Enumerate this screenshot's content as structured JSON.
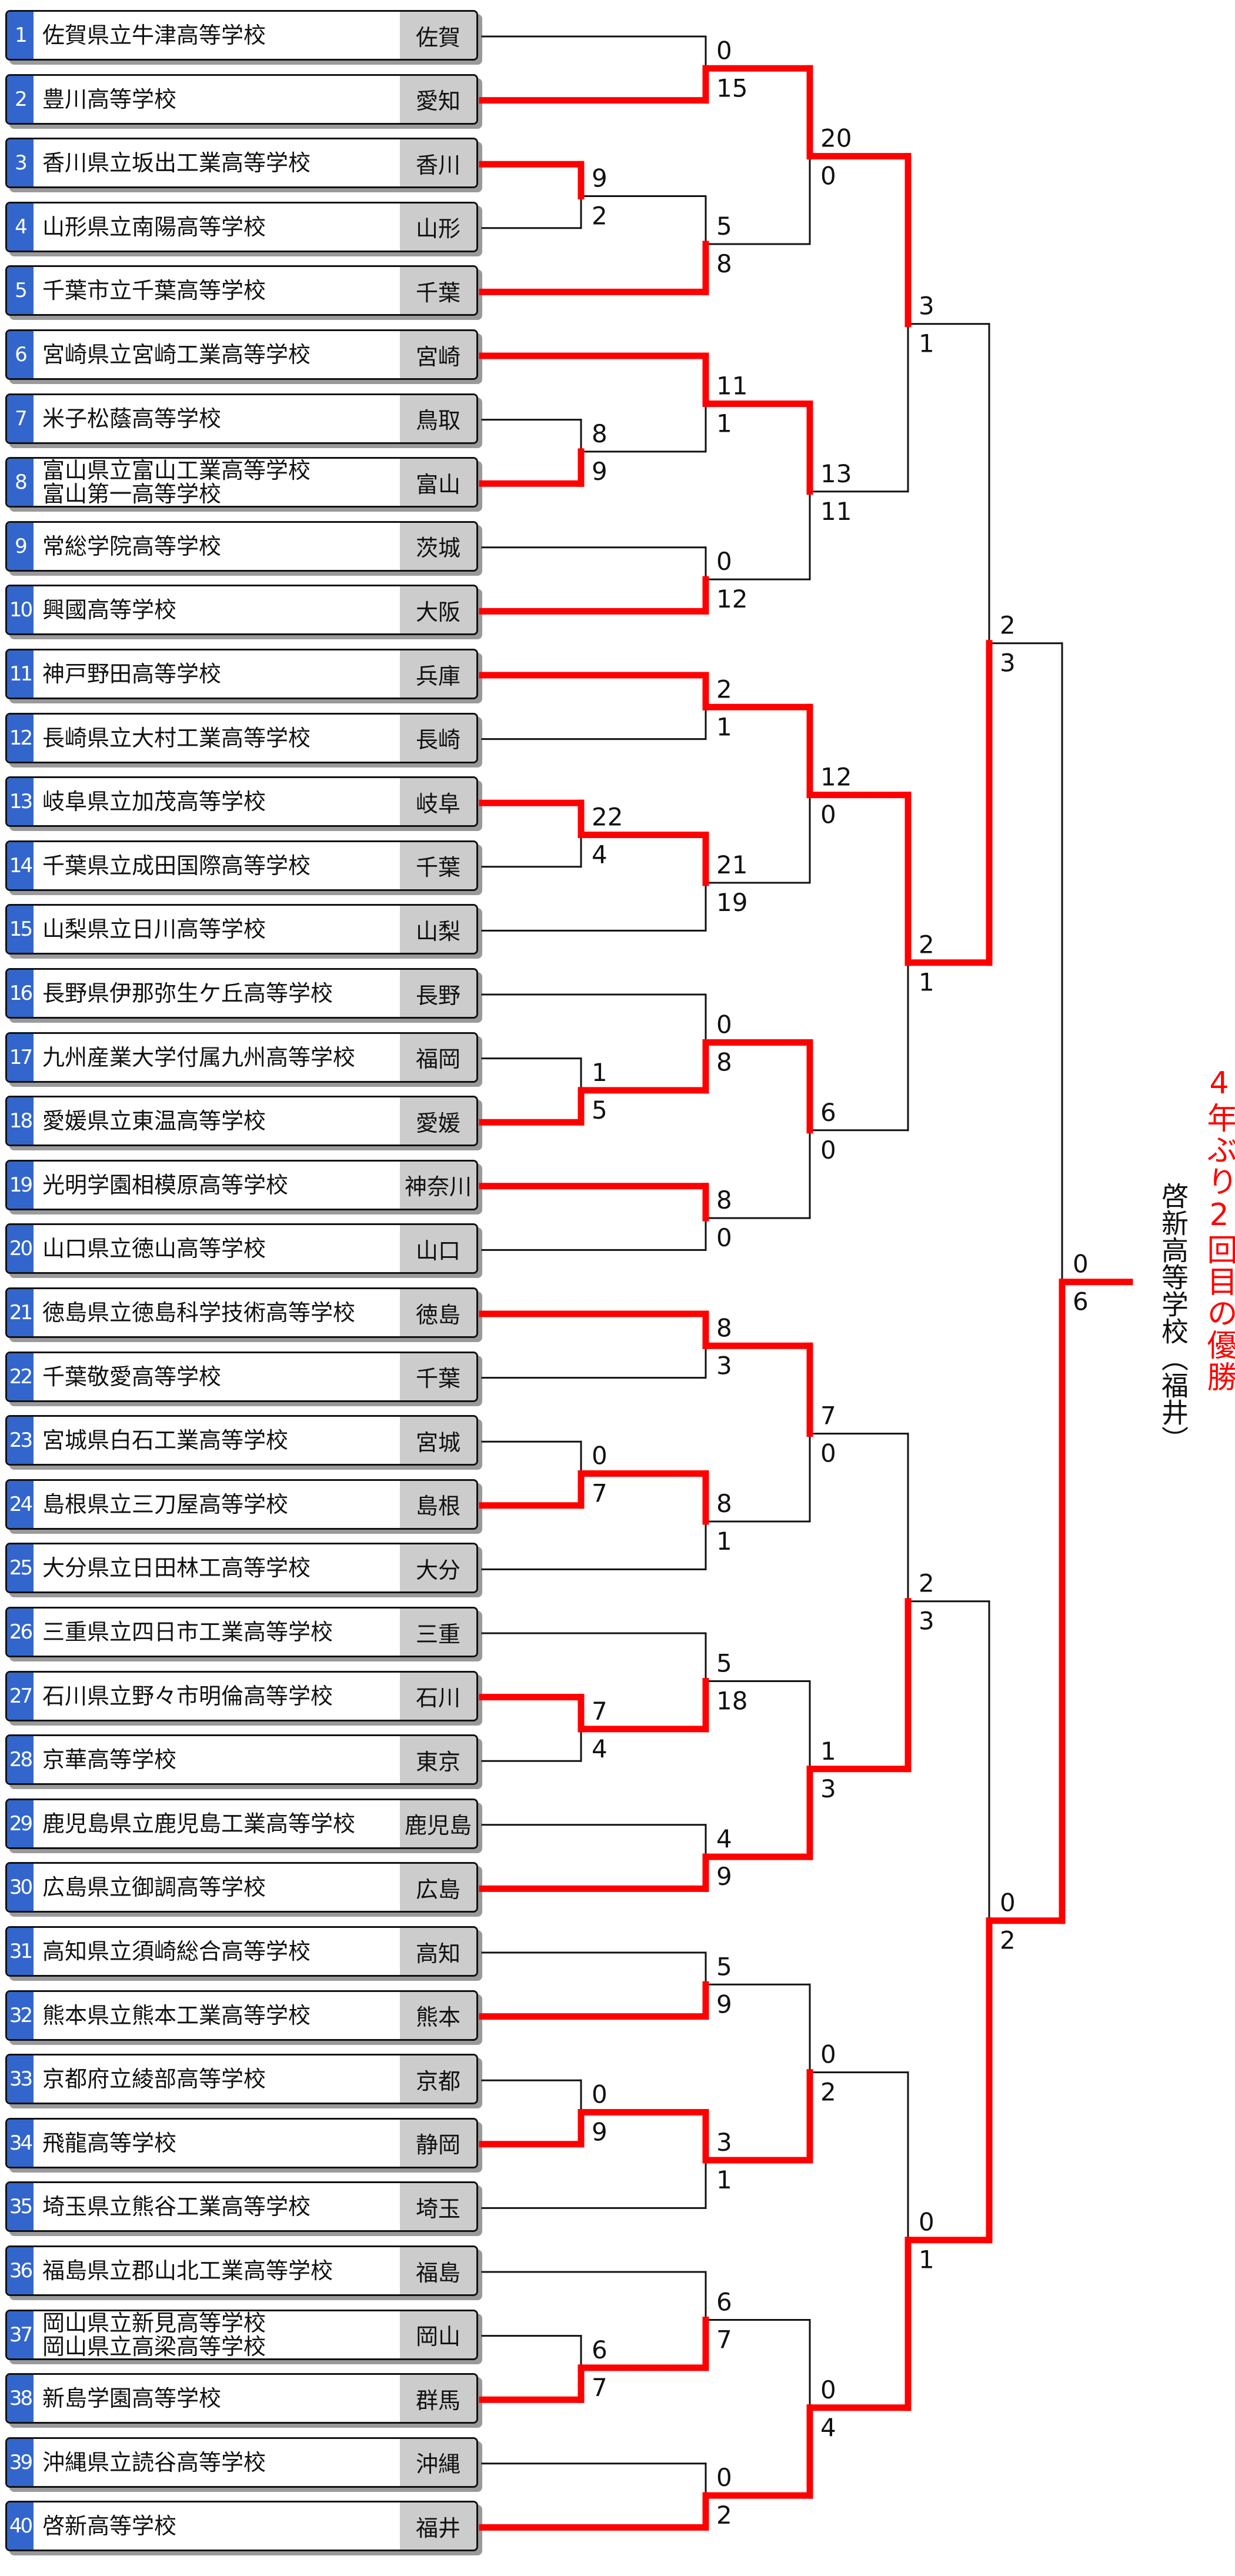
{
  "teams": [
    {
      "no": "1",
      "name": "佐賀県立牛津高等学校",
      "pref": "佐賀"
    },
    {
      "no": "2",
      "name": "豊川高等学校",
      "pref": "愛知"
    },
    {
      "no": "3",
      "name": "香川県立坂出工業高等学校",
      "pref": "香川"
    },
    {
      "no": "4",
      "name": "山形県立南陽高等学校",
      "pref": "山形"
    },
    {
      "no": "5",
      "name": "千葉市立千葉高等学校",
      "pref": "千葉"
    },
    {
      "no": "6",
      "name": "宮崎県立宮崎工業高等学校",
      "pref": "宮崎"
    },
    {
      "no": "7",
      "name": "米子松蔭高等学校",
      "pref": "鳥取"
    },
    {
      "no": "8",
      "name": "富山県立富山工業高等学校\n富山第一高等学校",
      "pref": "富山"
    },
    {
      "no": "9",
      "name": "常総学院高等学校",
      "pref": "茨城"
    },
    {
      "no": "10",
      "name": "興國高等学校",
      "pref": "大阪"
    },
    {
      "no": "11",
      "name": "神戸野田高等学校",
      "pref": "兵庫"
    },
    {
      "no": "12",
      "name": "長崎県立大村工業高等学校",
      "pref": "長崎"
    },
    {
      "no": "13",
      "name": "岐阜県立加茂高等学校",
      "pref": "岐阜"
    },
    {
      "no": "14",
      "name": "千葉県立成田国際高等学校",
      "pref": "千葉"
    },
    {
      "no": "15",
      "name": "山梨県立日川高等学校",
      "pref": "山梨"
    },
    {
      "no": "16",
      "name": "長野県伊那弥生ケ丘高等学校",
      "pref": "長野"
    },
    {
      "no": "17",
      "name": "九州産業大学付属九州高等学校",
      "pref": "福岡"
    },
    {
      "no": "18",
      "name": "愛媛県立東温高等学校",
      "pref": "愛媛"
    },
    {
      "no": "19",
      "name": "光明学園相模原高等学校",
      "pref": "神奈川"
    },
    {
      "no": "20",
      "name": "山口県立徳山高等学校",
      "pref": "山口"
    },
    {
      "no": "21",
      "name": "徳島県立徳島科学技術高等学校",
      "pref": "徳島"
    },
    {
      "no": "22",
      "name": "千葉敬愛高等学校",
      "pref": "千葉"
    },
    {
      "no": "23",
      "name": "宮城県白石工業高等学校",
      "pref": "宮城"
    },
    {
      "no": "24",
      "name": "島根県立三刀屋高等学校",
      "pref": "島根"
    },
    {
      "no": "25",
      "name": "大分県立日田林工高等学校",
      "pref": "大分"
    },
    {
      "no": "26",
      "name": "三重県立四日市工業高等学校",
      "pref": "三重"
    },
    {
      "no": "27",
      "name": "石川県立野々市明倫高等学校",
      "pref": "石川"
    },
    {
      "no": "28",
      "name": "京華高等学校",
      "pref": "東京"
    },
    {
      "no": "29",
      "name": "鹿児島県立鹿児島工業高等学校",
      "pref": "鹿児島"
    },
    {
      "no": "30",
      "name": "広島県立御調高等学校",
      "pref": "広島"
    },
    {
      "no": "31",
      "name": "高知県立須崎総合高等学校",
      "pref": "高知"
    },
    {
      "no": "32",
      "name": "熊本県立熊本工業高等学校",
      "pref": "熊本"
    },
    {
      "no": "33",
      "name": "京都府立綾部高等学校",
      "pref": "京都"
    },
    {
      "no": "34",
      "name": "飛龍高等学校",
      "pref": "静岡"
    },
    {
      "no": "35",
      "name": "埼玉県立熊谷工業高等学校",
      "pref": "埼玉"
    },
    {
      "no": "36",
      "name": "福島県立郡山北工業高等学校",
      "pref": "福島"
    },
    {
      "no": "37",
      "name": "岡山県立新見高等学校\n岡山県立高梁高等学校",
      "pref": "岡山"
    },
    {
      "no": "38",
      "name": "新島学園高等学校",
      "pref": "群馬"
    },
    {
      "no": "39",
      "name": "沖縄県立読谷高等学校",
      "pref": "沖縄"
    },
    {
      "no": "40",
      "name": "啓新高等学校",
      "pref": "福井"
    }
  ],
  "bracket": {
    "t": [
      {
        "t": [
          {
            "t": [
              {
                "t": [
                  {
                    "t": [
                      1,
                      2
                    ],
                    "s": [
                      0,
                      15
                    ]
                  },
                  {
                    "t": [
                      {
                        "t": [
                          3,
                          4
                        ],
                        "s": [
                          9,
                          2
                        ]
                      },
                      5
                    ],
                    "s": [
                      5,
                      8
                    ]
                  }
                ],
                "s": [
                  20,
                  0
                ]
              },
              {
                "t": [
                  {
                    "t": [
                      6,
                      {
                        "t": [
                          7,
                          8
                        ],
                        "s": [
                          8,
                          9
                        ]
                      }
                    ],
                    "s": [
                      11,
                      1
                    ]
                  },
                  {
                    "t": [
                      9,
                      10
                    ],
                    "s": [
                      0,
                      12
                    ]
                  }
                ],
                "s": [
                  13,
                  11
                ]
              }
            ],
            "s": [
              3,
              1
            ]
          },
          {
            "t": [
              {
                "t": [
                  {
                    "t": [
                      11,
                      12
                    ],
                    "s": [
                      2,
                      1
                    ]
                  },
                  {
                    "t": [
                      {
                        "t": [
                          13,
                          14
                        ],
                        "s": [
                          22,
                          4
                        ]
                      },
                      15
                    ],
                    "s": [
                      21,
                      19
                    ]
                  }
                ],
                "s": [
                  12,
                  0
                ]
              },
              {
                "t": [
                  {
                    "t": [
                      16,
                      {
                        "t": [
                          17,
                          18
                        ],
                        "s": [
                          1,
                          5
                        ]
                      }
                    ],
                    "s": [
                      0,
                      8
                    ]
                  },
                  {
                    "t": [
                      19,
                      20
                    ],
                    "s": [
                      8,
                      0
                    ]
                  }
                ],
                "s": [
                  6,
                  0
                ]
              }
            ],
            "s": [
              2,
              1
            ]
          }
        ],
        "s": [
          2,
          3
        ]
      },
      {
        "t": [
          {
            "t": [
              {
                "t": [
                  {
                    "t": [
                      21,
                      22
                    ],
                    "s": [
                      8,
                      3
                    ]
                  },
                  {
                    "t": [
                      {
                        "t": [
                          23,
                          24
                        ],
                        "s": [
                          0,
                          7
                        ]
                      },
                      25
                    ],
                    "s": [
                      8,
                      1
                    ]
                  }
                ],
                "s": [
                  7,
                  0
                ]
              },
              {
                "t": [
                  {
                    "t": [
                      26,
                      {
                        "t": [
                          27,
                          28
                        ],
                        "s": [
                          7,
                          4
                        ]
                      }
                    ],
                    "s": [
                      5,
                      18
                    ]
                  },
                  {
                    "t": [
                      29,
                      30
                    ],
                    "s": [
                      4,
                      9
                    ]
                  }
                ],
                "s": [
                  1,
                  3
                ]
              }
            ],
            "s": [
              2,
              3
            ]
          },
          {
            "t": [
              {
                "t": [
                  {
                    "t": [
                      31,
                      32
                    ],
                    "s": [
                      5,
                      9
                    ]
                  },
                  {
                    "t": [
                      {
                        "t": [
                          33,
                          34
                        ],
                        "s": [
                          0,
                          9
                        ]
                      },
                      35
                    ],
                    "s": [
                      3,
                      1
                    ]
                  }
                ],
                "s": [
                  0,
                  2
                ]
              },
              {
                "t": [
                  {
                    "t": [
                      36,
                      {
                        "t": [
                          37,
                          38
                        ],
                        "s": [
                          6,
                          7
                        ]
                      }
                    ],
                    "s": [
                      6,
                      7
                    ]
                  },
                  {
                    "t": [
                      39,
                      40
                    ],
                    "s": [
                      0,
                      2
                    ]
                  }
                ],
                "s": [
                  0,
                  4
                ]
              }
            ],
            "s": [
              0,
              1
            ]
          }
        ],
        "s": [
          0,
          2
        ]
      }
    ],
    "s": [
      0,
      6
    ]
  },
  "champion": {
    "name": "啓新高等学校（福井）",
    "note": "4年ぶり2回目の優勝"
  },
  "colors": {
    "winner_line": "#ff0000",
    "line": "#111111",
    "number_bg": "#3366cc",
    "pref_bg": "#cccccc"
  }
}
